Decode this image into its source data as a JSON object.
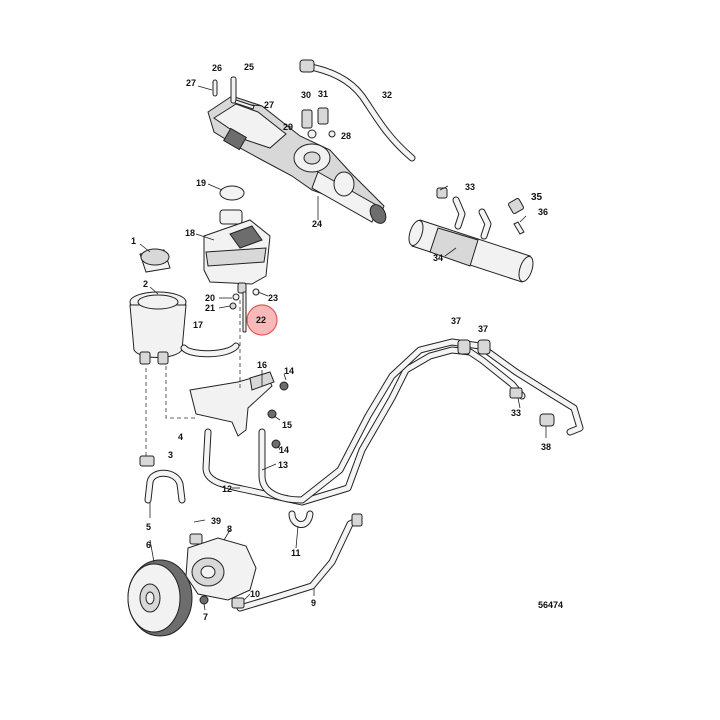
{
  "figure_id": "56474",
  "highlighted_callout": "22",
  "highlight_color": "#f7b9b9",
  "callouts": {
    "c1": "1",
    "c2": "2",
    "c3": "3",
    "c4": "4",
    "c5": "5",
    "c6": "6",
    "c7": "7",
    "c8": "8",
    "c9": "9",
    "c10": "10",
    "c11": "11",
    "c12": "12",
    "c13": "13",
    "c14a": "14",
    "c14b": "14",
    "c15": "15",
    "c16": "16",
    "c17": "17",
    "c18": "18",
    "c19": "19",
    "c20": "20",
    "c21": "21",
    "c22": "22",
    "c23": "23",
    "c24": "24",
    "c25": "25",
    "c26": "26",
    "c27a": "27",
    "c27b": "27",
    "c28": "28",
    "c29": "29",
    "c30": "30",
    "c31": "31",
    "c32": "32",
    "c33a": "33",
    "c33b": "33",
    "c34": "34",
    "c35": "35",
    "c36": "36",
    "c37a": "37",
    "c37b": "37",
    "c38": "38",
    "c39": "39"
  }
}
